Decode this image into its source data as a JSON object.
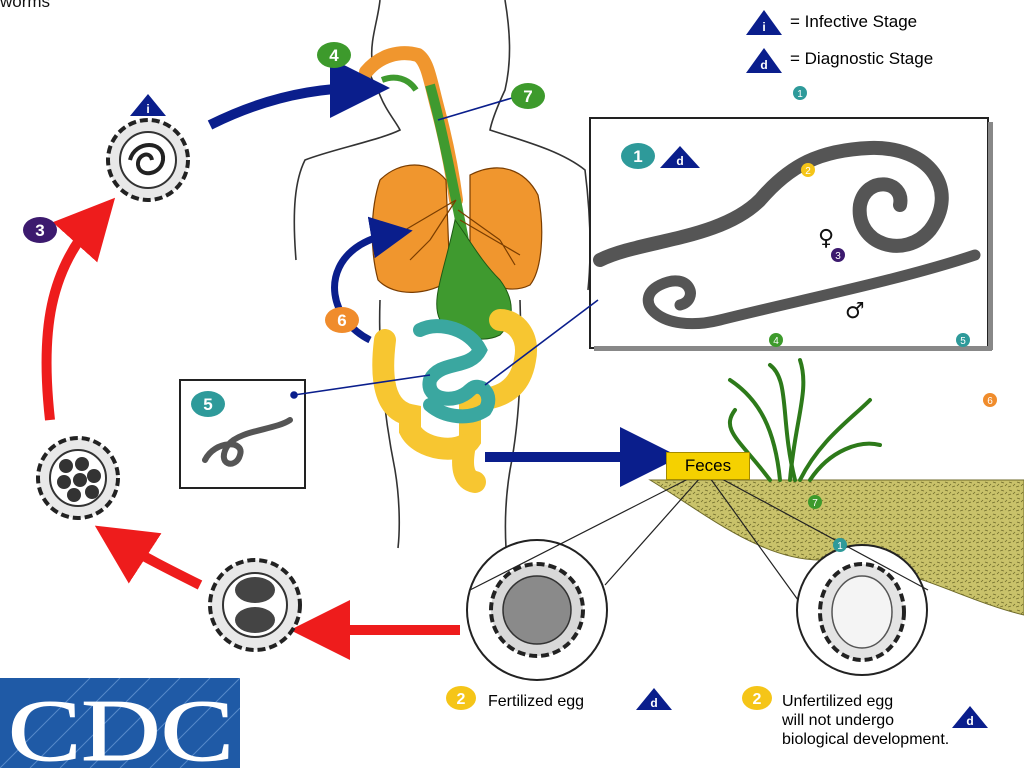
{
  "header": {
    "fragment": "worms"
  },
  "legend": {
    "infective_symbol": "i",
    "infective_label": "= Infective Stage",
    "diagnostic_symbol": "d",
    "diagnostic_label": "= Diagnostic Stage"
  },
  "steps": {
    "s1": "1",
    "s2": "2",
    "s3": "3",
    "s4": "4",
    "s5": "5",
    "s6": "6",
    "s7": "7"
  },
  "sex_symbols": {
    "female": "♀",
    "male": "♂"
  },
  "labels": {
    "feces": "Feces",
    "fertilized_egg": "Fertilized egg",
    "unfertilized_line1": "Unfertilized egg",
    "unfertilized_line2": "will not undergo",
    "unfertilized_line3": "biological development."
  },
  "logo": {
    "text": "CDC"
  },
  "colors": {
    "cycle_red": "#ee1c1c",
    "cycle_blue": "#0a1e8c",
    "step_green": "#3d9a2c",
    "step_teal": "#2e9a9a",
    "step_purple": "#3c1a6e",
    "step_orange": "#f08c2c",
    "step_yellow": "#f5c518",
    "lung_orange": "#f0962e",
    "gut_yellow": "#f7c631",
    "gut_teal": "#3aa7a0",
    "stomach_green": "#3f9a2f",
    "soil": "#c9c26a",
    "cdc_blue": "#1f5aa6"
  }
}
